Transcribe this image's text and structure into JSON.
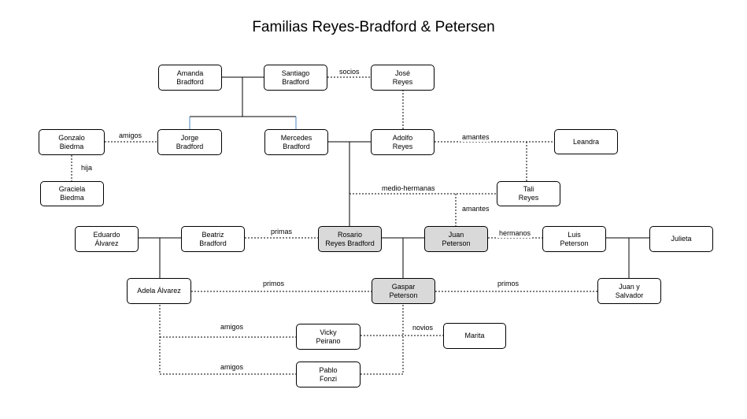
{
  "title": "Familias Reyes-Bradford & Petersen",
  "nodes": {
    "amanda": "Amanda\nBradford",
    "santiago": "Santiago\nBradford",
    "jose": "José\nReyes",
    "gonzalo": "Gonzalo\nBiedma",
    "jorge": "Jorge\nBradford",
    "mercedes": "Mercedes\nBradford",
    "adolfo": "Adolfo\nReyes",
    "leandra": "Leandra",
    "graciela": "Graciela\nBiedma",
    "tali": "Tali\nReyes",
    "eduardo": "Eduardo\nÁlvarez",
    "beatriz": "Beatriz\nBradford",
    "rosario": "Rosario\nReyes Bradford",
    "juanp": "Juan\nPeterson",
    "luis": "Luis\nPeterson",
    "julieta": "Julieta",
    "adela": "Adela Álvarez",
    "gaspar": "Gaspar\nPeterson",
    "juanysalvador": "Juan y\nSalvador",
    "vicky": "Vicky\nPeirano",
    "marita": "Marita",
    "pablo": "Pablo\nFonzi"
  },
  "labels": {
    "socios": "socios",
    "amigos_top": "amigos",
    "amantes_top": "amantes",
    "hija": "hija",
    "medio_hermanas": "medio-hermanas",
    "amantes_mid": "amantes",
    "primas": "primas",
    "hermanos": "hermanos",
    "primos_left": "primos",
    "primos_right": "primos",
    "amigos_vicky": "amigos",
    "novios": "novios",
    "amigos_pablo": "amigos"
  },
  "colors": {
    "highlight_fill": "#d9d9d9",
    "blue_edge": "#4a86c5"
  }
}
